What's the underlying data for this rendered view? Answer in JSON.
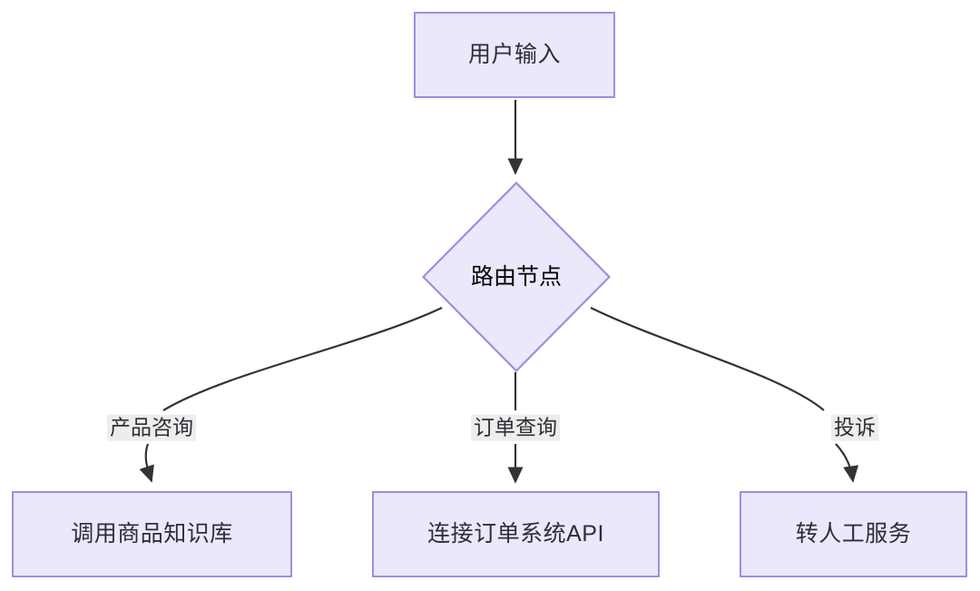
{
  "diagram": {
    "type": "flowchart",
    "title": "",
    "background_color": "#ffffff",
    "node_fill_color": "#ebe8fc",
    "node_border_color": "#9e8edd",
    "edge_color": "#333333",
    "edge_label_background": "#ededed",
    "text_color": "#2e2e35",
    "nodes": [
      {
        "id": "input",
        "label": "用户输入",
        "shape": "rectangle"
      },
      {
        "id": "router",
        "label": "路由节点",
        "shape": "diamond"
      },
      {
        "id": "product",
        "label": "调用商品知识库",
        "shape": "rectangle"
      },
      {
        "id": "order",
        "label": "连接订单系统API",
        "shape": "rectangle"
      },
      {
        "id": "human",
        "label": "转人工服务",
        "shape": "rectangle"
      }
    ],
    "edges": [
      {
        "from": "input",
        "to": "router",
        "label": ""
      },
      {
        "from": "router",
        "to": "product",
        "label": "产品咨询"
      },
      {
        "from": "router",
        "to": "order",
        "label": "订单查询"
      },
      {
        "from": "router",
        "to": "human",
        "label": "投诉"
      }
    ]
  }
}
